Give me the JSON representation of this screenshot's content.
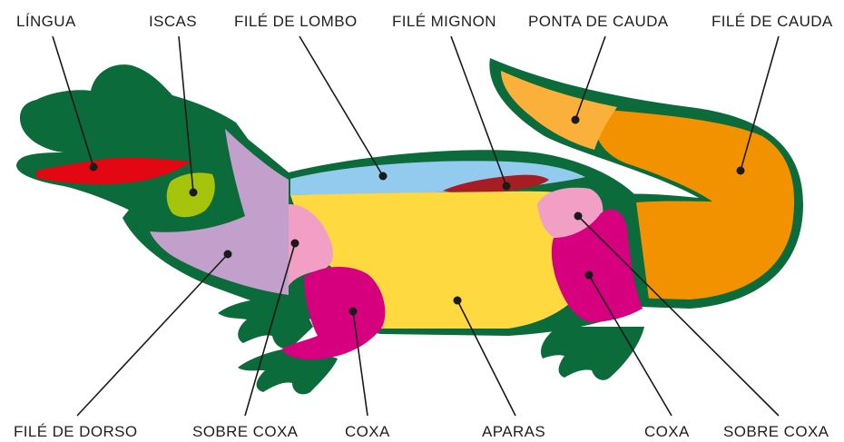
{
  "labels": {
    "lingua": "LÍNGUA",
    "iscas": "ISCAS",
    "file_de_lombo": "FILÉ DE LOMBO",
    "file_mignon": "FILÉ MIGNON",
    "ponta_de_cauda": "PONTA DE CAUDA",
    "file_de_cauda": "FILÉ DE CAUDA",
    "file_de_dorso": "FILÉ DE DORSO",
    "sobre_coxa_front": "SOBRE COXA",
    "coxa_front": "COXA",
    "aparas": "APARAS",
    "coxa_rear": "COXA",
    "sobre_coxa_rear": "SOBRE COXA"
  },
  "colors": {
    "outline": "#0b6b3a",
    "body_green": "#0b6b3a",
    "lingua": "#e30613",
    "iscas": "#a7c40c",
    "file_de_dorso": "#c39fcb",
    "file_de_lombo": "#93cbee",
    "file_mignon": "#a61d24",
    "aparas": "#ffd93f",
    "sobre_coxa": "#f29fc5",
    "coxa": "#d6007f",
    "ponta_de_cauda": "#fbb03b",
    "file_de_cauda": "#f39200",
    "leader_lines": "#1a1a1a"
  }
}
